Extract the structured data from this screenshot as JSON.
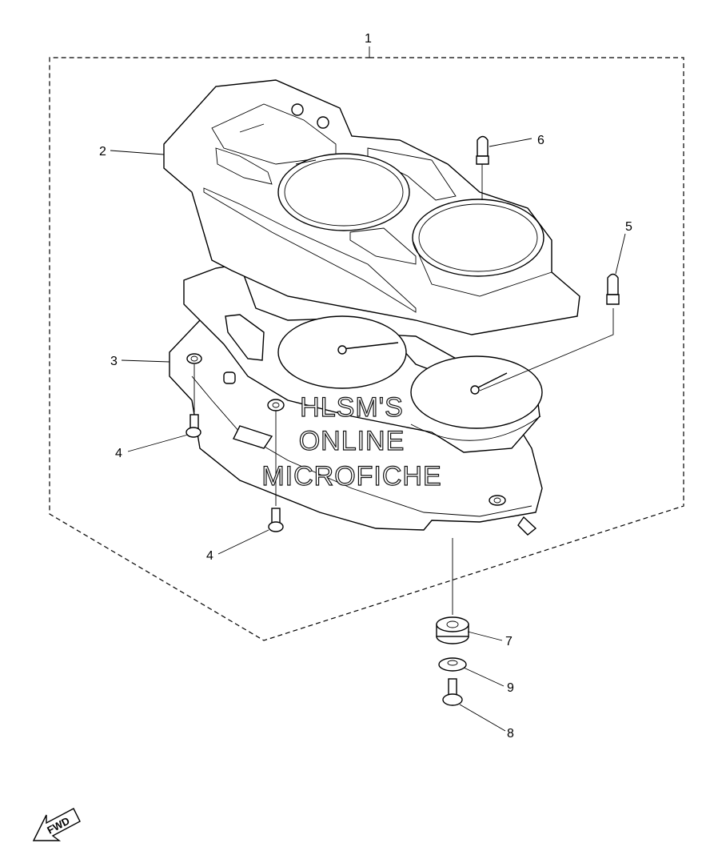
{
  "callouts": [
    {
      "id": "c1",
      "label": "1"
    },
    {
      "id": "c2",
      "label": "2"
    },
    {
      "id": "c3",
      "label": "3"
    },
    {
      "id": "c4a",
      "label": "4"
    },
    {
      "id": "c4b",
      "label": "4"
    },
    {
      "id": "c5",
      "label": "5"
    },
    {
      "id": "c6",
      "label": "6"
    },
    {
      "id": "c7",
      "label": "7"
    },
    {
      "id": "c8",
      "label": "8"
    },
    {
      "id": "c9",
      "label": "9"
    }
  ],
  "watermark": {
    "line1": "HLSM'S",
    "line2": "ONLINE",
    "line3": "MICROFICHE"
  },
  "direction_marker": {
    "label": "FWD"
  }
}
